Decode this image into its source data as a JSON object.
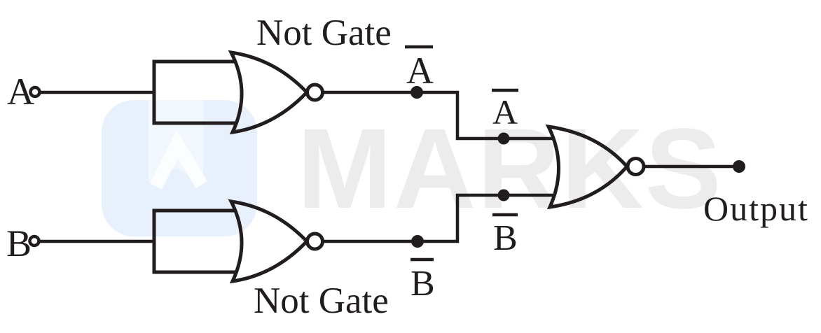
{
  "diagram_type": "logic-circuit",
  "labels": {
    "input_a": "A",
    "input_b": "B",
    "not_gate_top": "Not Gate",
    "not_gate_bottom": "Not Gate",
    "a_bar": "A",
    "b_bar": "B",
    "output": "Output"
  },
  "gates": [
    {
      "id": "not-gate-top",
      "type": "NOT",
      "input": "A",
      "output": "A-bar"
    },
    {
      "id": "not-gate-bottom",
      "type": "NOT",
      "input": "B",
      "output": "B-bar"
    },
    {
      "id": "final-gate",
      "type": "NOR",
      "inputs": [
        "A-bar",
        "B-bar"
      ],
      "output": "Output"
    }
  ],
  "watermark": {
    "text": "MARKS",
    "text_color": "#ececec",
    "logo_color": "#e7f0fb",
    "logo_band_color": "#f1f7fd",
    "logo_chevron_color": "#fbfdff"
  },
  "colors": {
    "ink": "#211d1e",
    "background": "#ffffff"
  }
}
